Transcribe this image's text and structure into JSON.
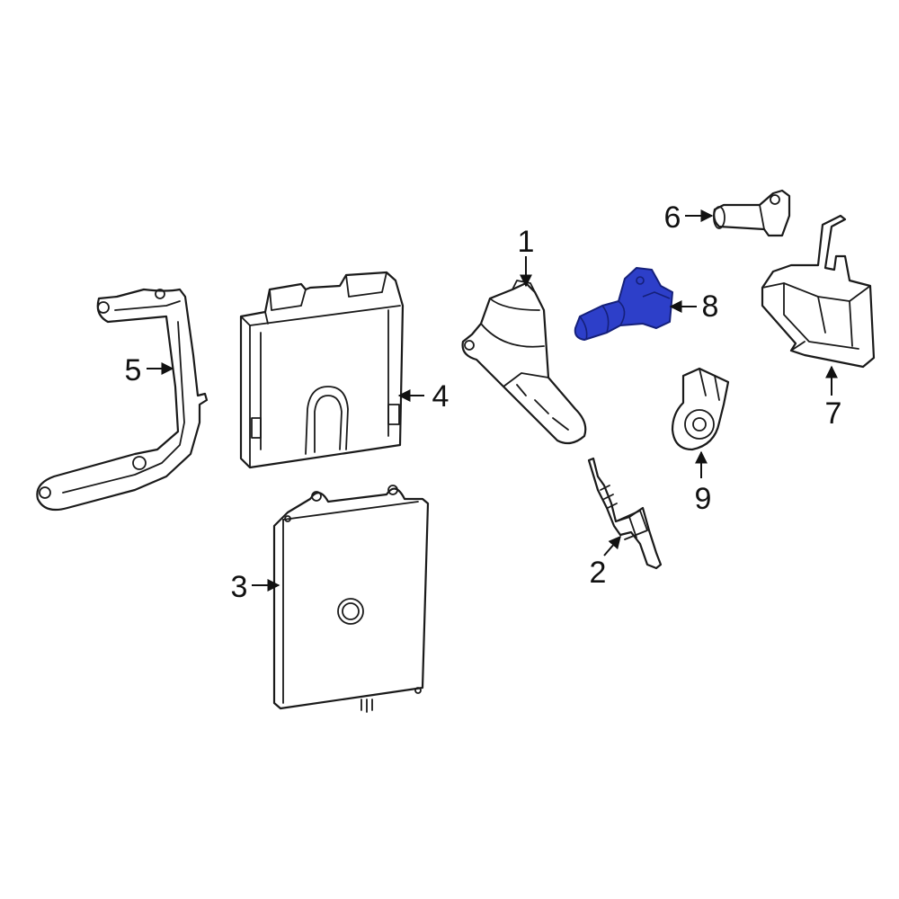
{
  "diagram": {
    "highlight_color": "#2d3fc9",
    "callouts": [
      {
        "id": "1",
        "label": "1"
      },
      {
        "id": "2",
        "label": "2"
      },
      {
        "id": "3",
        "label": "3"
      },
      {
        "id": "4",
        "label": "4"
      },
      {
        "id": "5",
        "label": "5"
      },
      {
        "id": "6",
        "label": "6"
      },
      {
        "id": "7",
        "label": "7"
      },
      {
        "id": "8",
        "label": "8"
      },
      {
        "id": "9",
        "label": "9"
      }
    ]
  }
}
